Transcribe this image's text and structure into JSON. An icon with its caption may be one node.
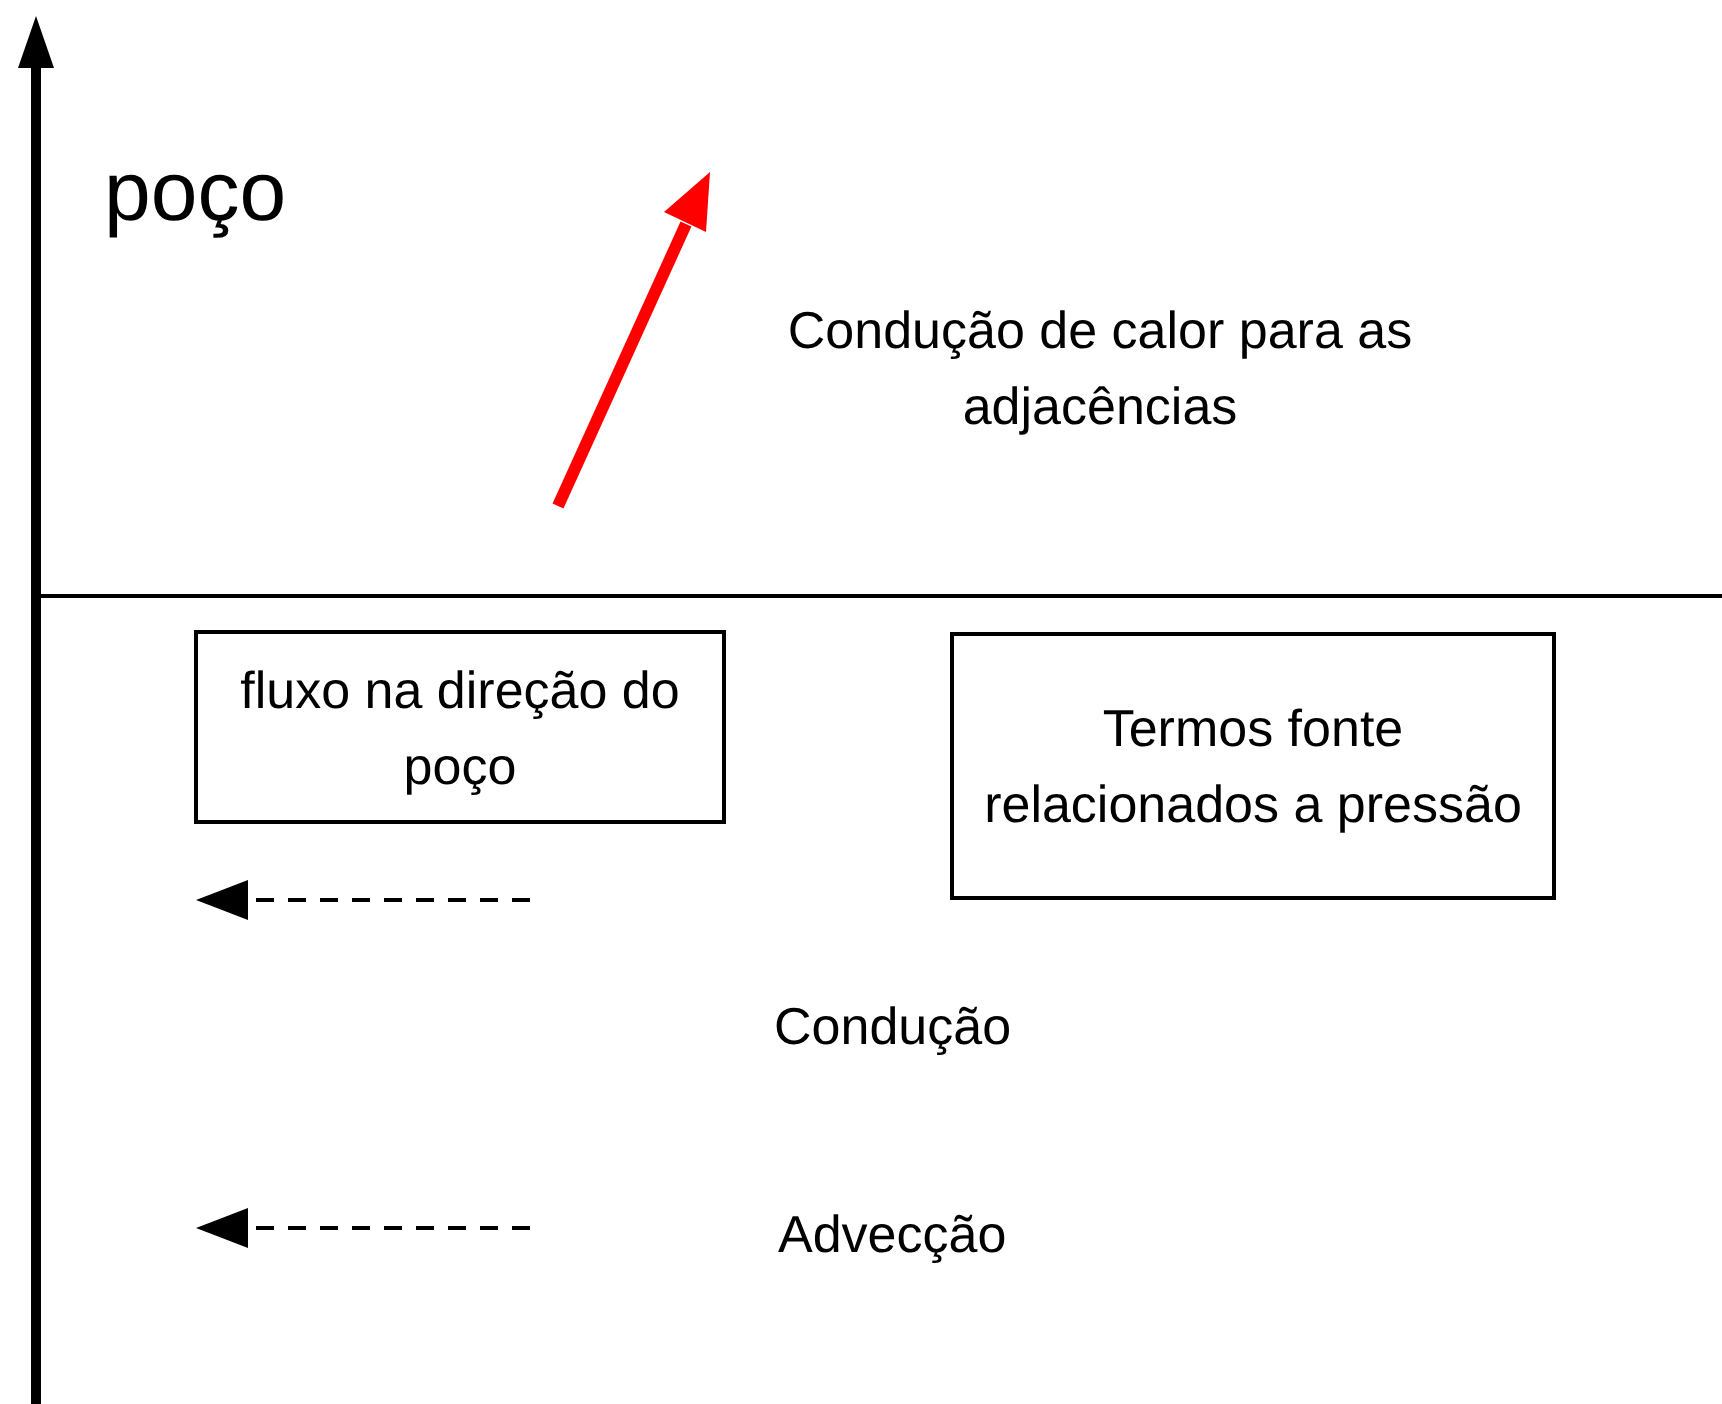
{
  "diagram": {
    "nodes": [
      {
        "text": [
          "fluxo na direção do poço"
        ]
      },
      {
        "text": [
          "Termos fonte relacionados a pressão"
        ]
      }
    ],
    "labels": [
      "poço",
      "Condução de calor para as adjacências",
      "Condução",
      "Advecção"
    ]
  }
}
